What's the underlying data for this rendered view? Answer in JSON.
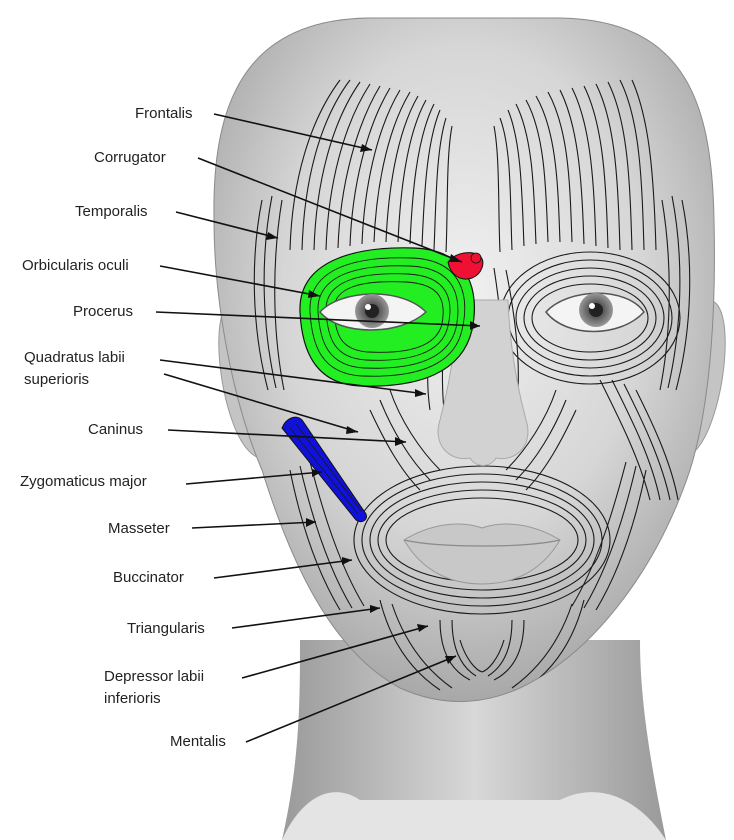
{
  "labels": [
    {
      "id": "frontalis",
      "text": "Frontalis"
    },
    {
      "id": "corrugator",
      "text": "Corrugator"
    },
    {
      "id": "temporalis",
      "text": "Temporalis"
    },
    {
      "id": "orbicularis_oculi",
      "text": "Orbicularis oculi"
    },
    {
      "id": "procerus",
      "text": "Procerus"
    },
    {
      "id": "quadratus_line1",
      "text": "Quadratus labii"
    },
    {
      "id": "quadratus_line2",
      "text": "superioris"
    },
    {
      "id": "caninus",
      "text": "Caninus"
    },
    {
      "id": "zygomaticus_major",
      "text": "Zygomaticus major"
    },
    {
      "id": "masseter",
      "text": "Masseter"
    },
    {
      "id": "buccinator",
      "text": "Buccinator"
    },
    {
      "id": "triangularis",
      "text": "Triangularis"
    },
    {
      "id": "depressor_line1",
      "text": "Depressor labii"
    },
    {
      "id": "depressor_line2",
      "text": "inferioris"
    },
    {
      "id": "mentalis",
      "text": "Mentalis"
    }
  ],
  "highlight_colors": {
    "orbicularis_oculi": "#22ee22",
    "corrugator": "#ee1133",
    "zygomaticus_major": "#1111dd"
  }
}
